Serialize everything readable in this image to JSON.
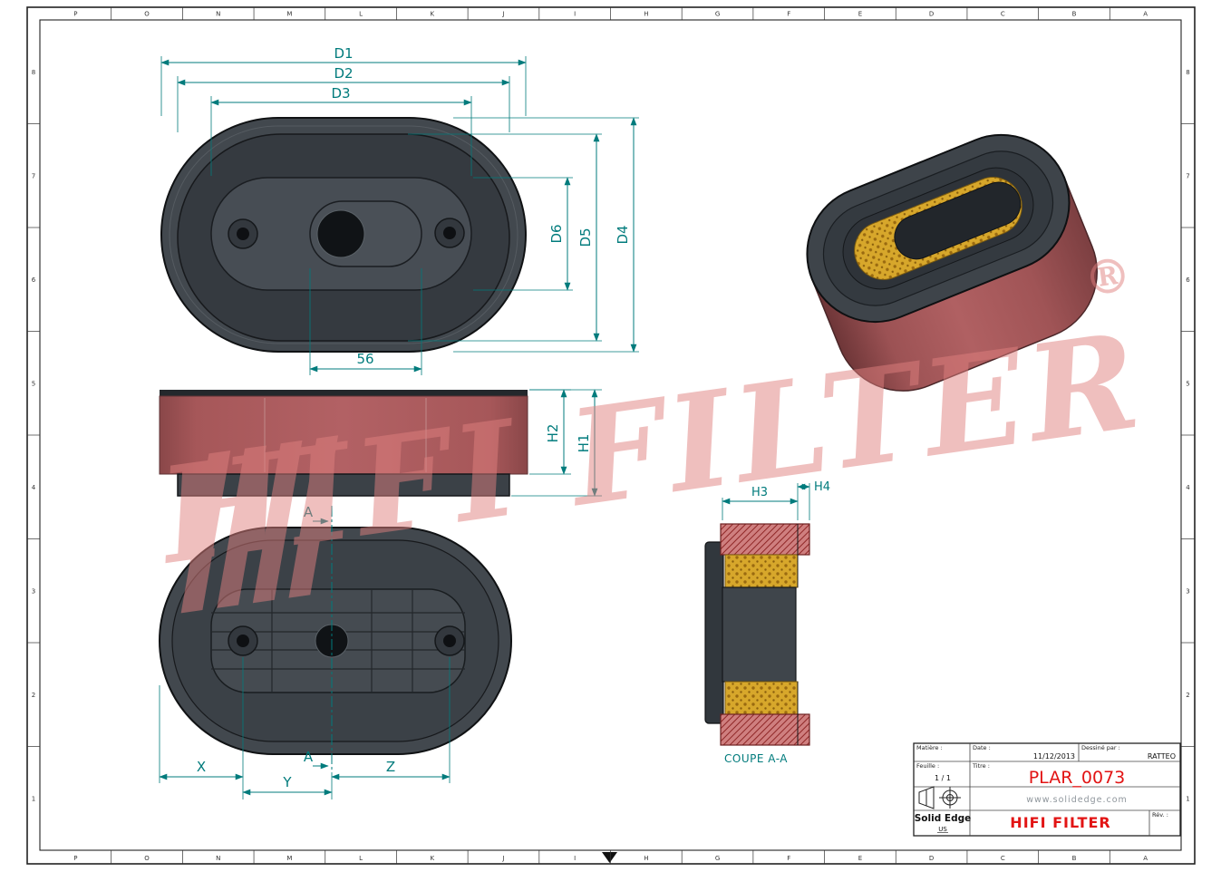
{
  "frame": {
    "cols": [
      "P",
      "O",
      "N",
      "M",
      "L",
      "K",
      "J",
      "I",
      "H",
      "G",
      "F",
      "E",
      "D",
      "C",
      "B",
      "A"
    ],
    "rows": [
      "8",
      "7",
      "6",
      "5",
      "4",
      "3",
      "2",
      "1"
    ]
  },
  "watermark": {
    "text": "HIFI FILTER",
    "reg": "®"
  },
  "views": {
    "top": {
      "d1": "D1",
      "d2": "D2",
      "d3": "D3",
      "d4": "D4",
      "d5": "D5",
      "d6": "D6",
      "w56": "56"
    },
    "side": {
      "h1": "H1",
      "h2": "H2"
    },
    "bottom": {
      "x": "X",
      "y": "Y",
      "z": "Z",
      "a_top": "A",
      "a_bottom": "A"
    },
    "section": {
      "label": "COUPE A-A",
      "h3": "H3",
      "h4": "H4"
    }
  },
  "title_block": {
    "matiere_label": "Matière :",
    "date_label": "Date :",
    "date_value": "11/12/2013",
    "author_label": "Dessiné par :",
    "author_value": "RATTEO",
    "sheet_label": "Feuille :",
    "sheet_value": "1 / 1",
    "title_label": "Titre :",
    "part_number": "PLAR_0073",
    "website": "www.solidedge.com",
    "cad_name": "Solid Edge",
    "cad_sub": "US",
    "company": "HIFI FILTER",
    "rev_label": "Rév. :"
  },
  "colors": {
    "dimension": "#007b7c",
    "body_red": "#a85a5a",
    "cap_gray": "#3f454b",
    "media_yellow": "#d7a72b",
    "brand_red": "#e21414",
    "watermark_pink": "#e0807f"
  }
}
